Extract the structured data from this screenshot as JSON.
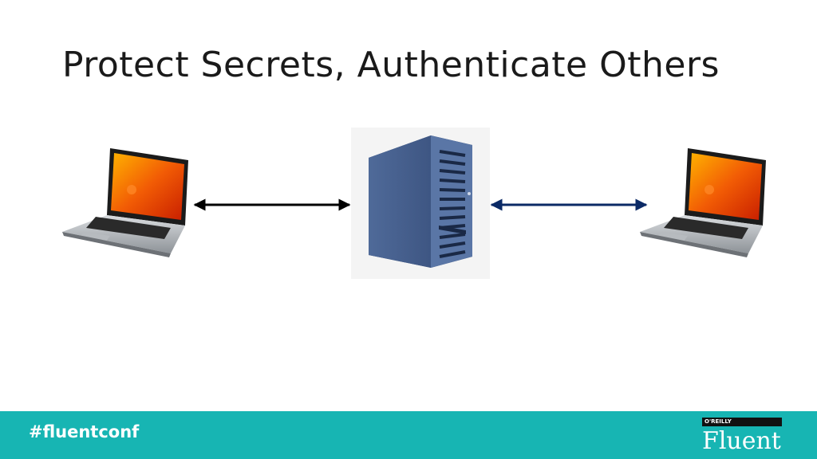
{
  "slide": {
    "title": "Protect Secrets, Authenticate Others"
  },
  "diagram": {
    "nodes": [
      {
        "name": "laptop-left",
        "icon": "laptop-icon"
      },
      {
        "name": "server-center",
        "icon": "server-tower-icon"
      },
      {
        "name": "laptop-right",
        "icon": "laptop-icon"
      }
    ],
    "edges": [
      {
        "from": "laptop-left",
        "to": "server-center",
        "direction": "bidirectional",
        "color": "#000000"
      },
      {
        "from": "server-center",
        "to": "laptop-right",
        "direction": "bidirectional",
        "color": "#0b2a66"
      }
    ]
  },
  "footer": {
    "hashtag": "#fluentconf",
    "logo_publisher": "O'REILLY",
    "logo_name": "Fluent",
    "color": "#17b5b3"
  }
}
